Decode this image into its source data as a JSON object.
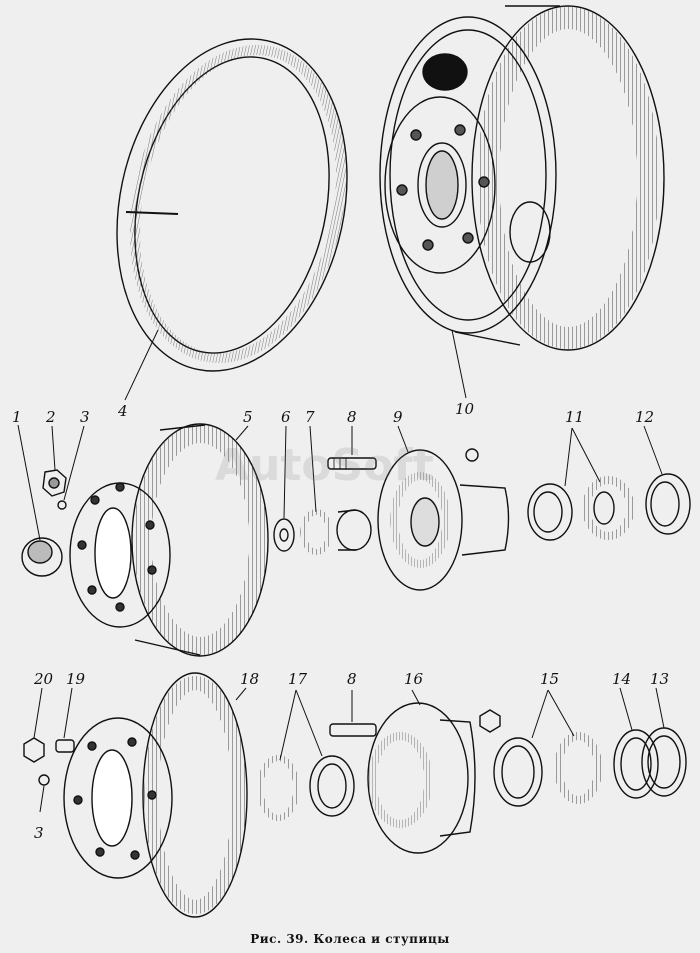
{
  "figure": {
    "caption": "Рис. 39. Колеса и ступицы",
    "watermark": "AutoSoft",
    "callouts": [
      "1",
      "2",
      "3",
      "4",
      "5",
      "6",
      "7",
      "8",
      "9",
      "10",
      "11",
      "12",
      "20",
      "19",
      "18",
      "17",
      "8",
      "16",
      "15",
      "14",
      "13",
      "3"
    ]
  }
}
